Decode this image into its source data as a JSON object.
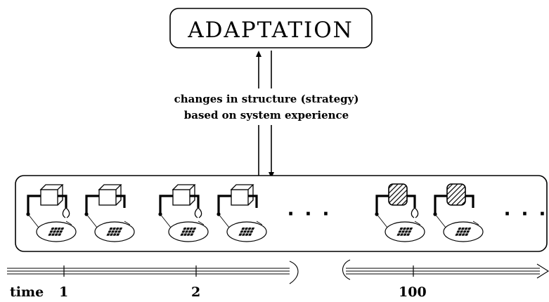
{
  "title": "ADAPTATION",
  "caption_line1": "changes in structure (strategy)",
  "caption_line2": "based on system experience",
  "ellipsis": "· · ·",
  "timeline": {
    "time_word": "time",
    "ticks": [
      "1",
      "2",
      "100"
    ]
  },
  "robot_groups": [
    {
      "step": "1",
      "block_style": "plain"
    },
    {
      "step": "2",
      "block_style": "plain"
    },
    {
      "step": "100",
      "block_style": "hatched"
    }
  ]
}
